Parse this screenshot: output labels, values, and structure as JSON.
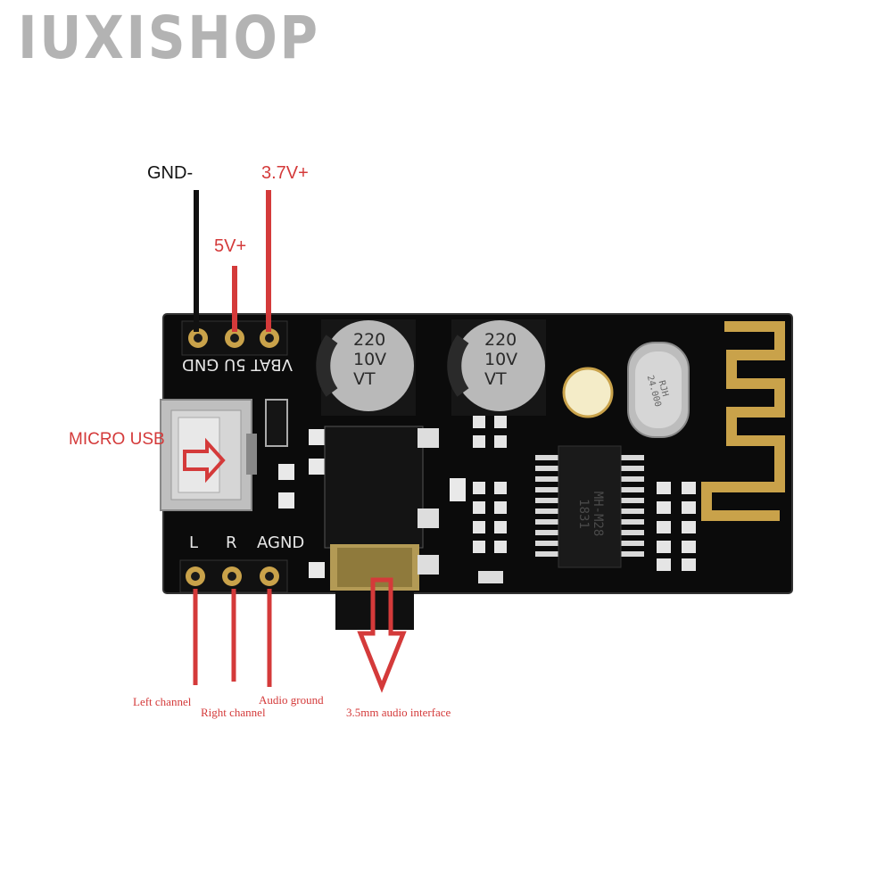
{
  "brand": {
    "name": "IUXISHOP"
  },
  "power_pins": {
    "gnd": "GND-",
    "v5": "5V+",
    "v37": "3.7V+"
  },
  "silkscreen_top": [
    "VBAT",
    "5U",
    "GND"
  ],
  "silkscreen_bottom": [
    "L",
    "R",
    "AGND"
  ],
  "capacitors": [
    {
      "lines": [
        "220",
        "10V",
        "VT"
      ]
    },
    {
      "lines": [
        "220",
        "10V",
        "VT"
      ]
    }
  ],
  "chip": {
    "lines": [
      "MH-M28",
      "1831"
    ]
  },
  "crystal": {
    "lines": [
      "RJH",
      "24.000"
    ]
  },
  "connectors": {
    "micro_usb": "MICRO USB"
  },
  "audio_labels": {
    "left": "Left channel",
    "right": "Right channel",
    "ground": "Audio ground",
    "jack": "3.5mm audio interface"
  },
  "colors": {
    "annotation_red": "#d43a3a",
    "board": "#0d0d0d",
    "gold": "#c9a24a"
  }
}
